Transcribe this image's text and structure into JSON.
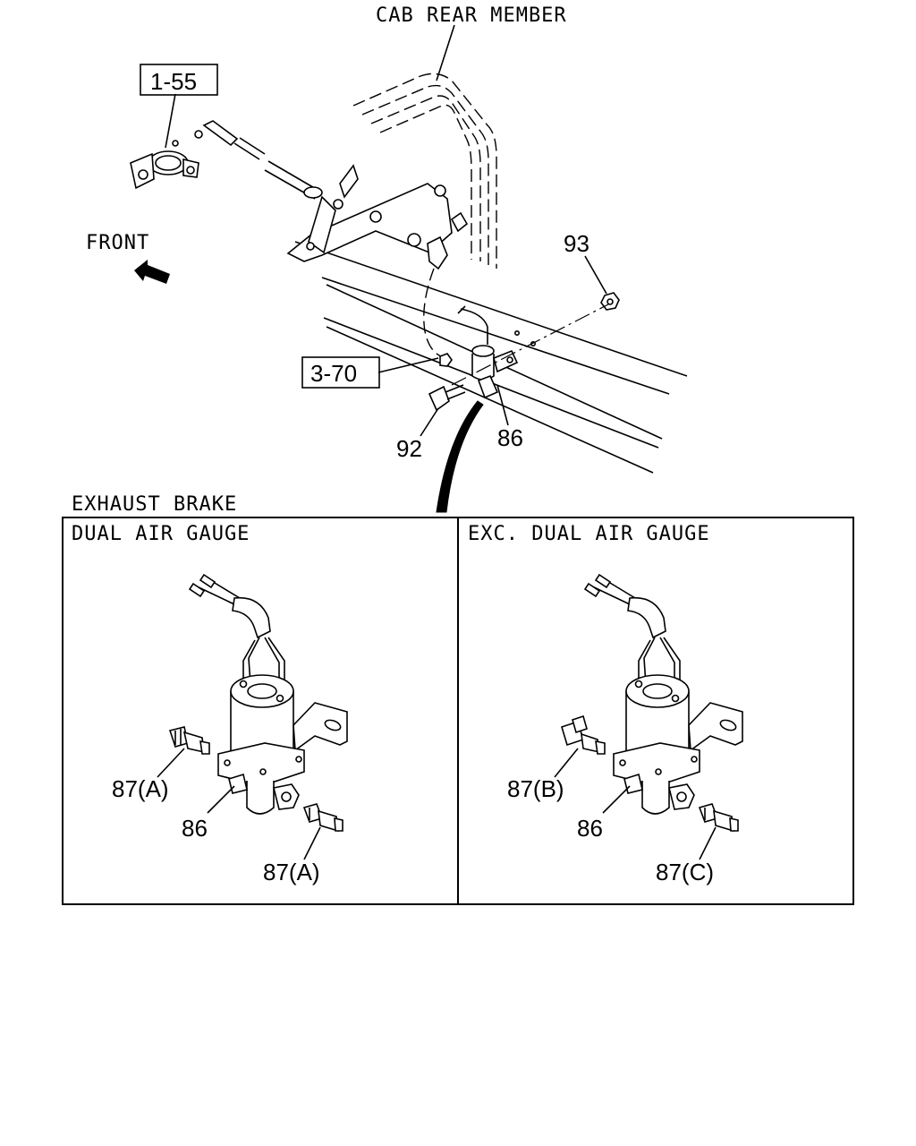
{
  "labels": {
    "cab_rear_member": "CAB REAR MEMBER",
    "front": "FRONT",
    "exhaust_brake": "EXHAUST BRAKE",
    "panel_left_title": "DUAL AIR GAUGE",
    "panel_right_title": "EXC. DUAL AIR GAUGE"
  },
  "refs": {
    "ref_1_55": "1-55",
    "ref_3_70": "3-70"
  },
  "callouts": {
    "top_93": "93",
    "top_92": "92",
    "top_86": "86",
    "left_87a_1": "87(A)",
    "left_86": "86",
    "left_87a_2": "87(A)",
    "right_87b": "87(B)",
    "right_86": "86",
    "right_87c": "87(C)"
  }
}
